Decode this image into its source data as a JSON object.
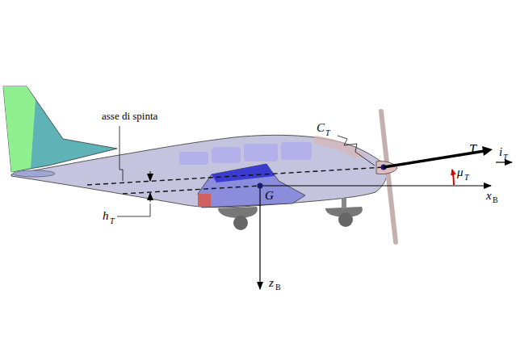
{
  "diagram": {
    "labels": [
      "asse di spinta",
      "C",
      "T",
      "T",
      "i",
      "T",
      "μ",
      "T",
      "h",
      "T",
      "G",
      "x",
      "B",
      "z",
      "B"
    ]
  }
}
